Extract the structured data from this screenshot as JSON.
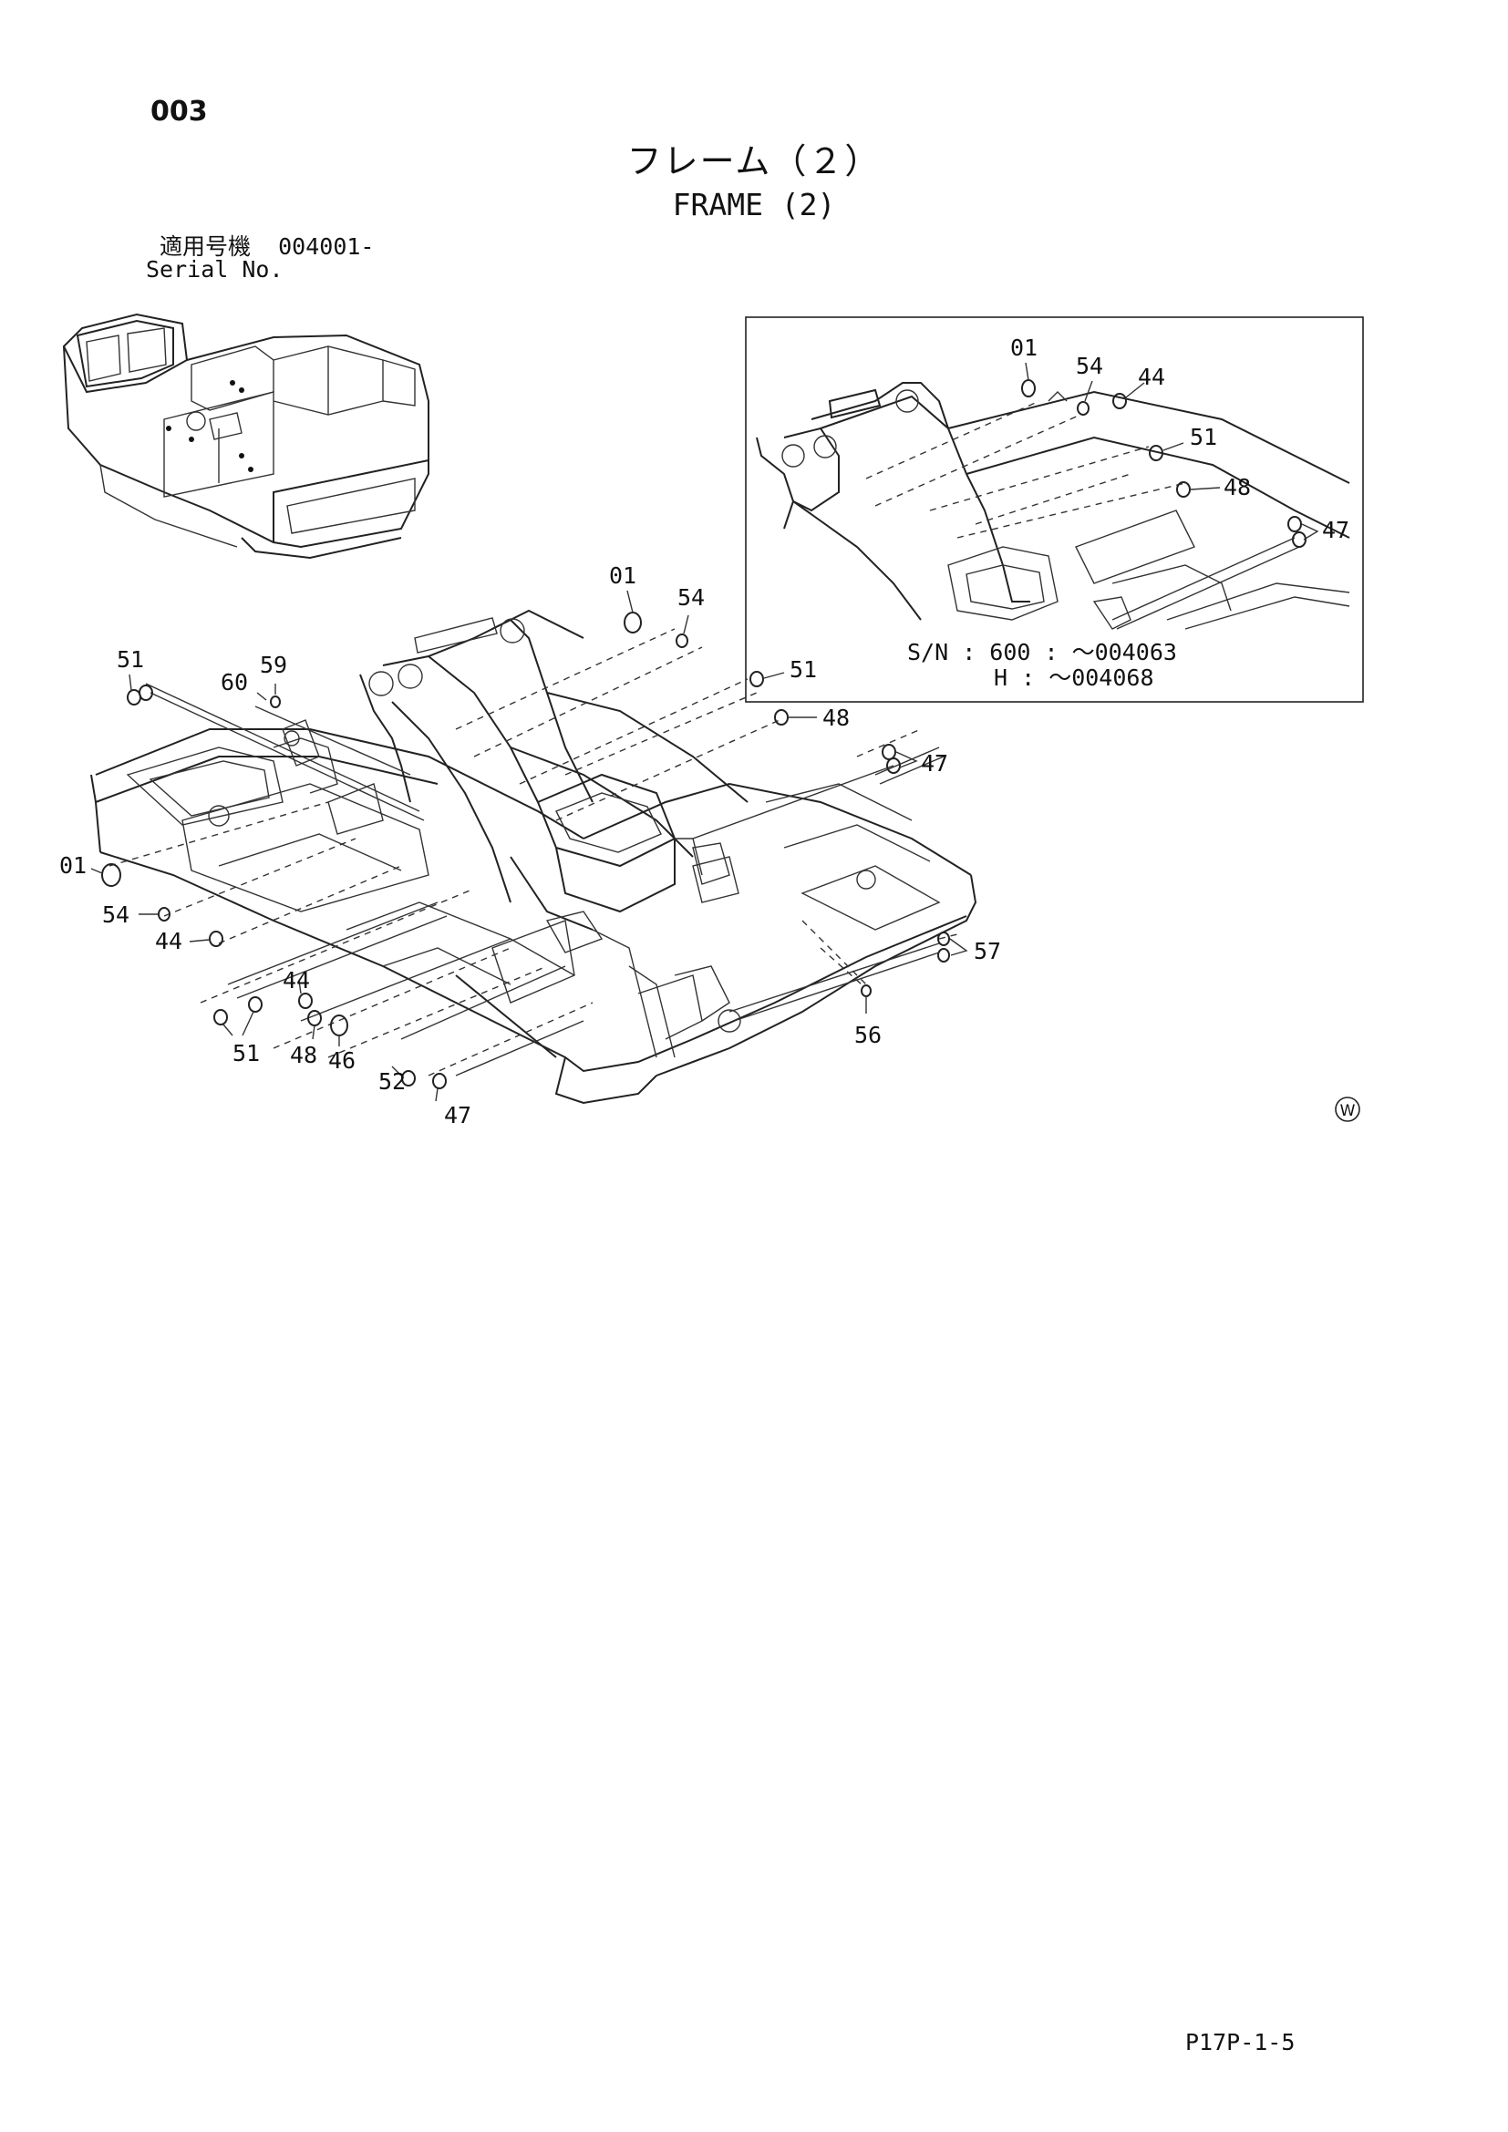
{
  "header": {
    "page_number": "003",
    "title_jp": "フレーム（２）",
    "title_en": "FRAME (2)",
    "serial_label_jp": "適用号機",
    "serial_value": "004001-",
    "serial_label_en": "Serial No."
  },
  "inset": {
    "sn_line1": "S/N : 600 :  ～004063",
    "sn_line2": "H :  ～004068",
    "callouts": [
      "01",
      "54",
      "44",
      "51",
      "48",
      "47"
    ]
  },
  "main": {
    "callouts": [
      "01",
      "54",
      "51",
      "48",
      "47",
      "57",
      "56",
      "51",
      "60",
      "59",
      "01",
      "54",
      "44",
      "44",
      "51",
      "48",
      "46",
      "52",
      "47"
    ]
  },
  "symbol": "W",
  "footer": {
    "code": "P17P-1-5"
  }
}
